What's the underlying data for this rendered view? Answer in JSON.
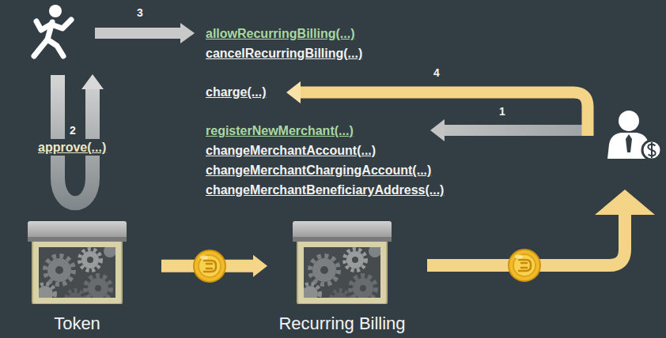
{
  "diagram": {
    "nodes": [
      {
        "text": [
          "Token"
        ]
      },
      {
        "text": [
          "Recurring Billing"
        ]
      }
    ],
    "edges": [
      {
        "from": 0,
        "to": 1,
        "arrow": "to"
      }
    ],
    "labels": [
      "3",
      "allowRecurringBilling(...)",
      "cancelRecurringBilling(...)",
      "4",
      "charge(...)",
      "1",
      "2",
      "registerNewMerchant(...)",
      "approve(...)",
      "changeMerchantAccount(...)",
      "changeMerchantChargingAccount(...)",
      "changeMerchantBeneficiaryAddress(...)"
    ]
  }
}
